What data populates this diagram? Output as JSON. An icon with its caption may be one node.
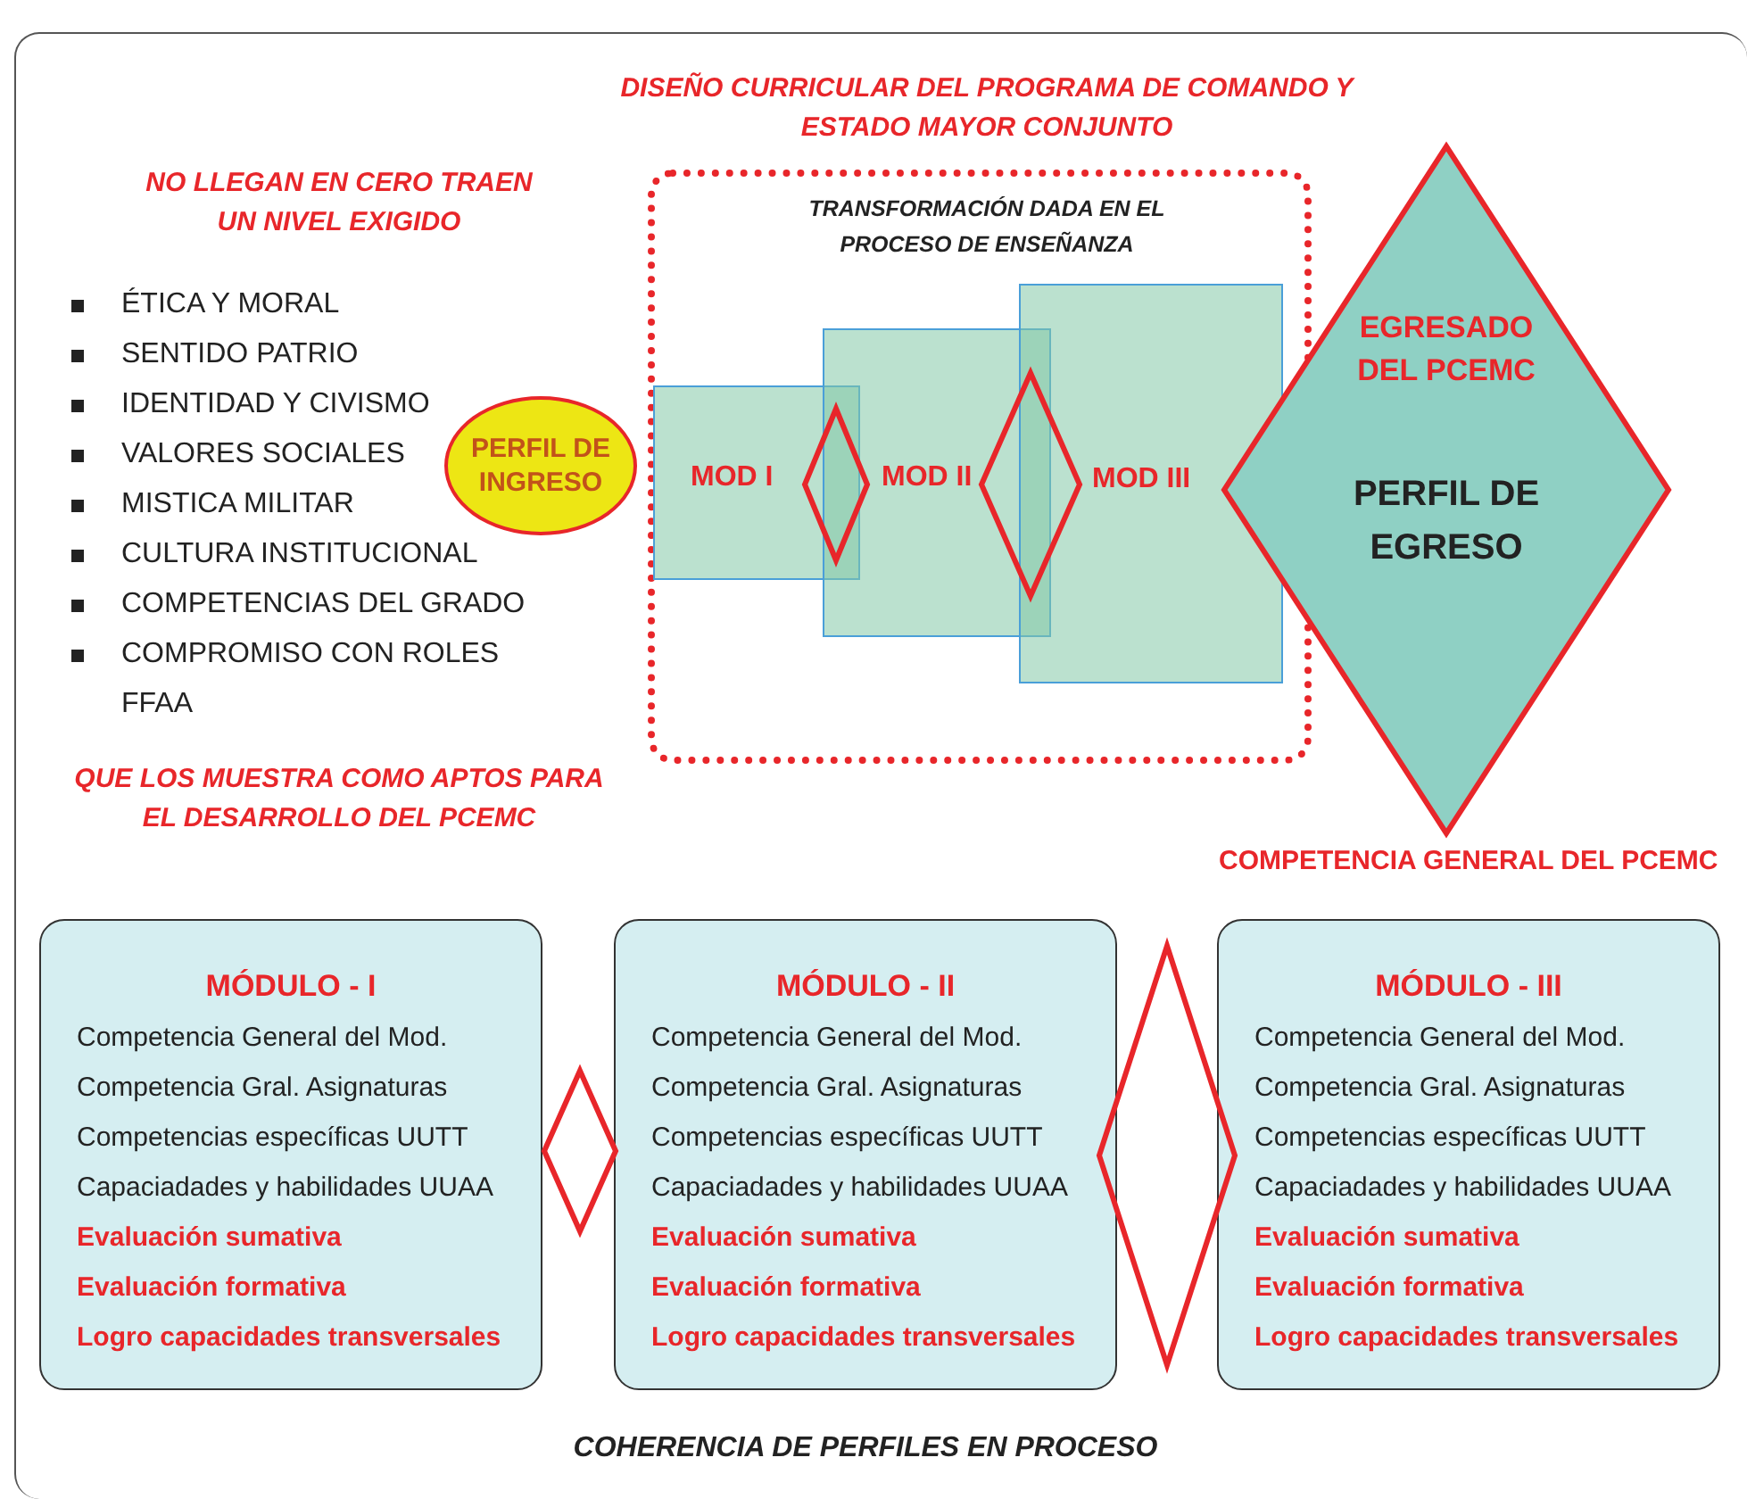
{
  "diagram": {
    "nodes": [
      {
        "text": [
          "DISEÑO CURRICULAR DEL PROGRAMA DE COMANDO Y ESTADO MAYOR CONJUNTO",
          "TRANSFORMACIÓN DADA EN EL PROCESO DE ENSEÑANZA"
        ]
      },
      {
        "text": [
          "PERFIL DE INGRESO"
        ]
      },
      {
        "text": [
          "MOD I"
        ],
        "in": 0
      },
      {
        "text": [
          "MOD II"
        ],
        "in": 0
      },
      {
        "text": [
          "MOD III"
        ],
        "in": 0
      },
      {
        "text": [],
        "shape": "diamond",
        "in": 0
      },
      {
        "text": [],
        "shape": "diamond",
        "in": 0
      },
      {
        "text": [
          "EGRESADO DEL PCEMC",
          "PERFIL DE EGRESO"
        ]
      },
      {
        "text": [
          "MÓDULO - I",
          "Competencia General del Mod.",
          "Competencia Gral. Asignaturas",
          "Competencias específicas UUTT",
          "Capaciadades y habilidades UUAA",
          "Evaluación sumativa",
          "Evaluación formativa",
          "Logro capacidades transversales"
        ]
      },
      {
        "text": [
          "MÓDULO - II",
          "Competencia General del Mod.",
          "Competencia Gral. Asignaturas",
          "Competencias específicas UUTT",
          "Capaciadades y habilidades UUAA",
          "Evaluación sumativa",
          "Evaluación formativa",
          "Logro capacidades transversales"
        ]
      },
      {
        "text": [
          "MÓDULO - III",
          "Competencia General del Mod.",
          "Competencia Gral. Asignaturas",
          "Competencias específicas UUTT",
          "Capaciadades y habilidades UUAA",
          "Evaluación sumativa",
          "Evaluación formativa",
          "Logro capacidades transversales"
        ]
      },
      {
        "text": [],
        "shape": "diamond"
      },
      {
        "text": [],
        "shape": "diamond"
      }
    ],
    "edges": [],
    "labels": [
      "NO LLEGAN EN CERO TRAEN UN NIVEL EXIGIDO",
      "ÉTICA Y MORAL",
      "SENTIDO PATRIO",
      "IDENTIDAD Y CIVISMO",
      "VALORES SOCIALES",
      "MISTICA MILITAR",
      "CULTURA INSTITUCIONAL",
      "COMPETENCIAS DEL GRADO",
      "COMPROMISO CON ROLES FFAA",
      "QUE LOS MUESTRA COMO APTOS PARA EL DESARROLLO DEL PCEMC",
      "COMPETENCIA GENERAL DEL PCEMC",
      "COHERENCIA DE PERFILES EN PROCESO"
    ]
  }
}
